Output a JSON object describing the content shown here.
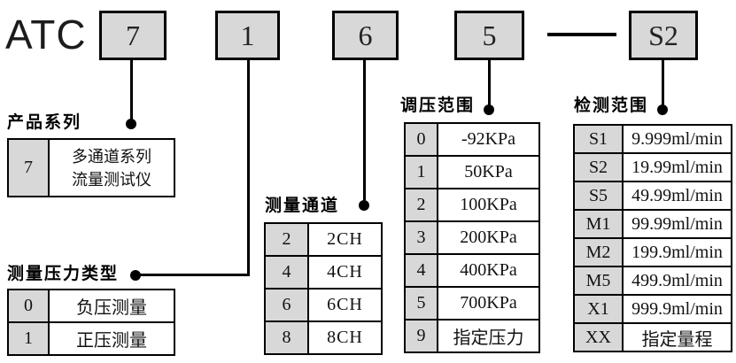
{
  "model": {
    "prefix": "ATC",
    "segments": [
      {
        "value": "7"
      },
      {
        "value": "1"
      },
      {
        "value": "6"
      },
      {
        "value": "5"
      },
      {
        "value": "S2"
      }
    ]
  },
  "sections": [
    {
      "label": "产品系列",
      "rows": [
        {
          "code": "7",
          "desc": "多通道系列\n流量测试仪"
        }
      ]
    },
    {
      "label": "测量压力类型",
      "rows": [
        {
          "code": "0",
          "desc": "负压测量"
        },
        {
          "code": "1",
          "desc": "正压测量"
        }
      ]
    },
    {
      "label": "测量通道",
      "rows": [
        {
          "code": "2",
          "desc": "2CH"
        },
        {
          "code": "4",
          "desc": "4CH"
        },
        {
          "code": "6",
          "desc": "6CH"
        },
        {
          "code": "8",
          "desc": "8CH"
        }
      ]
    },
    {
      "label": "调压范围",
      "rows": [
        {
          "code": "0",
          "desc": "-92KPa"
        },
        {
          "code": "1",
          "desc": "50KPa"
        },
        {
          "code": "2",
          "desc": "100KPa"
        },
        {
          "code": "3",
          "desc": "200KPa"
        },
        {
          "code": "4",
          "desc": "400KPa"
        },
        {
          "code": "5",
          "desc": "700KPa"
        },
        {
          "code": "9",
          "desc": "指定压力"
        }
      ]
    },
    {
      "label": "检测范围",
      "rows": [
        {
          "code": "S1",
          "desc": "9.999ml/min"
        },
        {
          "code": "S2",
          "desc": "19.99ml/min"
        },
        {
          "code": "S5",
          "desc": "49.99ml/min"
        },
        {
          "code": "M1",
          "desc": "99.99ml/min"
        },
        {
          "code": "M2",
          "desc": "199.9ml/min"
        },
        {
          "code": "M5",
          "desc": "499.9ml/min"
        },
        {
          "code": "X1",
          "desc": "999.9ml/min"
        },
        {
          "code": "XX",
          "desc": "指定量程"
        }
      ]
    }
  ],
  "colors": {
    "box_fill": "#d8d8d8",
    "line": "#000000",
    "background": "#ffffff"
  }
}
